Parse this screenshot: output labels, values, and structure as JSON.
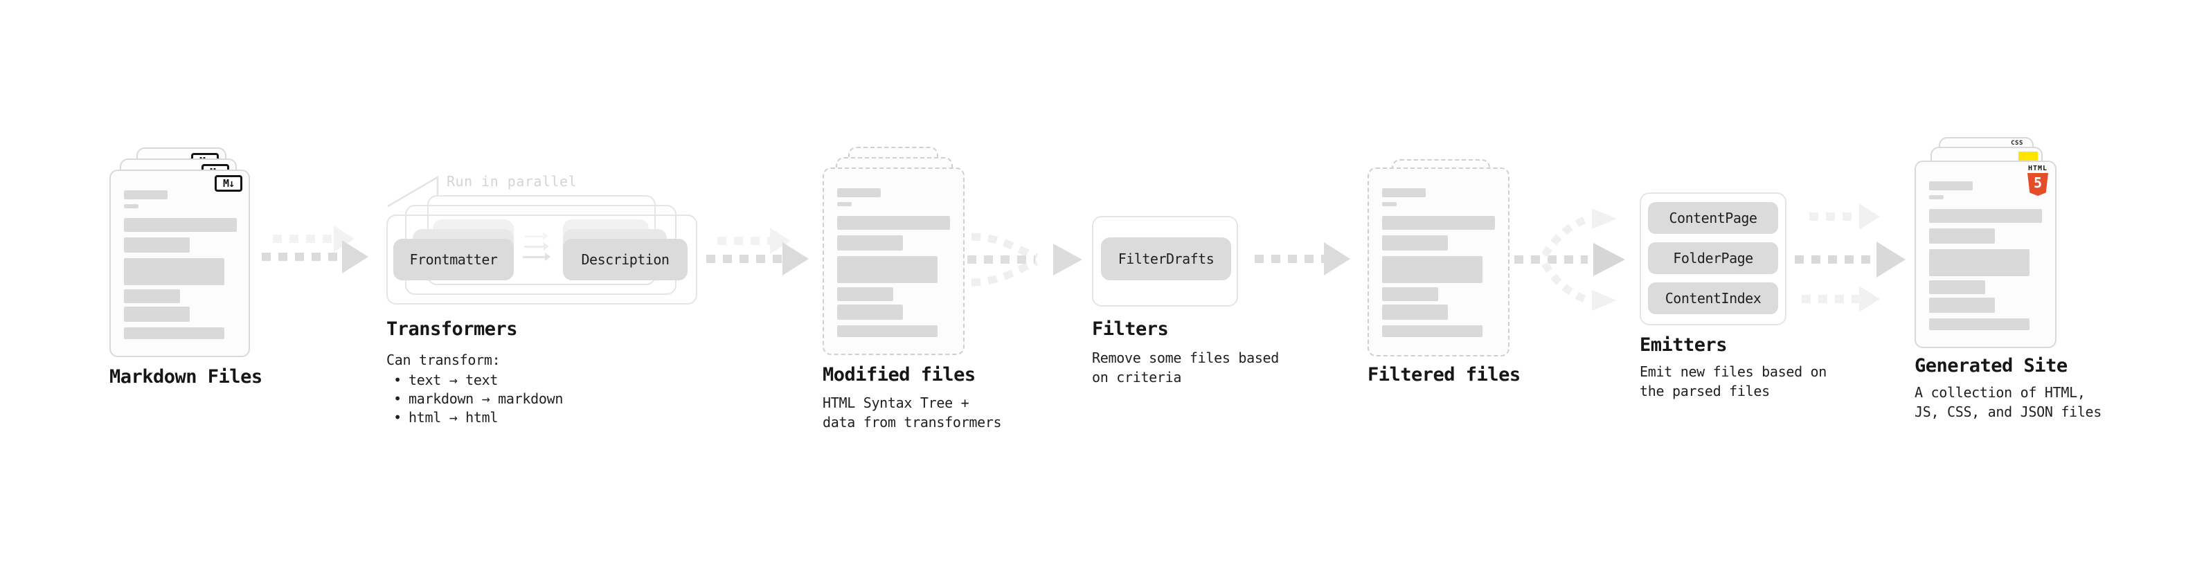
{
  "diagram": {
    "annotation_run_in_parallel": "Run in parallel",
    "markdown": {
      "label": "Markdown Files"
    },
    "transformers": {
      "heading": "Transformers",
      "pill_frontmatter": "Frontmatter",
      "pill_description": "Description",
      "caption_intro": "Can transform:",
      "bullet_char": "•",
      "bullets": [
        "text → text",
        "markdown → markdown",
        "html → html"
      ]
    },
    "modified": {
      "heading": "Modified files",
      "caption": "HTML Syntax Tree +\ndata from transformers"
    },
    "filters": {
      "heading": "Filters",
      "pill_filterdrafts": "FilterDrafts",
      "caption": "Remove some files based\non criteria"
    },
    "filtered": {
      "heading": "Filtered files"
    },
    "emitters": {
      "heading": "Emitters",
      "pills": [
        "ContentPage",
        "FolderPage",
        "ContentIndex"
      ],
      "caption": "Emit new files based on\nthe parsed files"
    },
    "generated": {
      "heading": "Generated Site",
      "caption": "A collection of HTML,\nJS, CSS, and JSON files"
    },
    "badges": {
      "markdown": "M↓",
      "css": "CSS",
      "html_label": "HTML",
      "html_number": "5"
    }
  },
  "colors": {
    "html5_orange": "#e44d26",
    "js_yellow": "#ffe400",
    "css_blue": "#2d6bf3",
    "skeleton_gray": "#d9d9d9",
    "arrow_gray": "#dbdbdb",
    "arrow_light_gray": "#f2f2f2"
  }
}
